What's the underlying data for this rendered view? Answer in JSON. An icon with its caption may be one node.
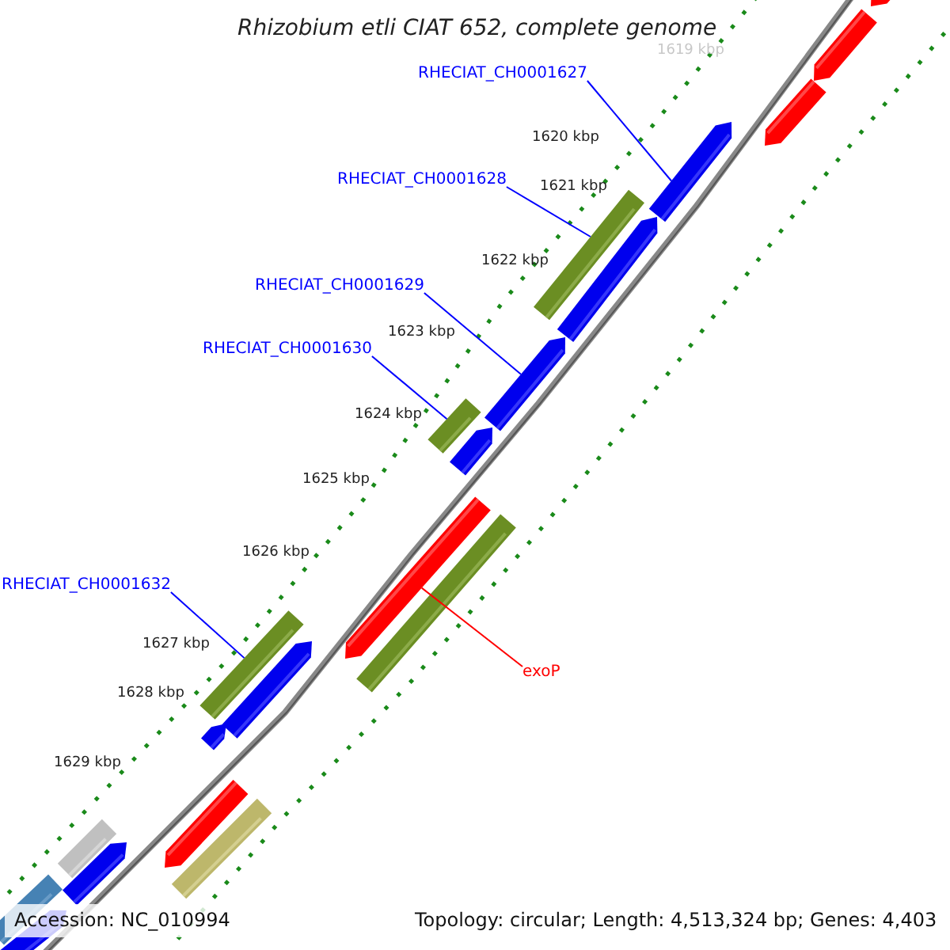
{
  "diagram": {
    "title": "Rhizobium etli CIAT 652, complete genome",
    "nodes": [
      {
        "text": [
          "RHECIAT_CH0001627"
        ]
      },
      {
        "text": [
          "RHECIAT_CH0001628"
        ]
      },
      {
        "text": [
          "RHECIAT_CH0001629"
        ]
      },
      {
        "text": [
          "RHECIAT_CH0001630"
        ]
      },
      {
        "text": [
          "RHECIAT_CH0001632"
        ]
      },
      {
        "text": [
          "exoP"
        ]
      },
      {
        "text": [],
        "shape": "arrow"
      },
      {
        "text": [],
        "shape": "arrow"
      },
      {
        "text": [],
        "shape": "arrow"
      },
      {
        "text": [],
        "shape": "arrow"
      },
      {
        "text": [],
        "shape": "bar"
      },
      {
        "text": [],
        "shape": "arrow"
      },
      {
        "text": [],
        "shape": "arrow"
      },
      {
        "text": [],
        "shape": "bar"
      },
      {
        "text": [],
        "shape": "arrow"
      },
      {
        "text": [],
        "shape": "arrow"
      },
      {
        "text": [],
        "shape": "bar"
      },
      {
        "text": [],
        "shape": "bar"
      },
      {
        "text": [],
        "shape": "arrow"
      },
      {
        "text": [],
        "shape": "arrow"
      },
      {
        "text": [],
        "shape": "arrow"
      },
      {
        "text": [],
        "shape": "bar"
      },
      {
        "text": [],
        "shape": "bar"
      },
      {
        "text": [],
        "shape": "arrow"
      },
      {
        "text": [],
        "shape": "bar"
      },
      {
        "text": [],
        "shape": "arrow"
      }
    ],
    "edges": [
      {
        "from": 0,
        "to": 9,
        "arrow": "none"
      },
      {
        "from": 1,
        "to": 10,
        "arrow": "none"
      },
      {
        "from": 2,
        "to": 12,
        "arrow": "none"
      },
      {
        "from": 3,
        "to": 13,
        "arrow": "none"
      },
      {
        "from": 4,
        "to": 17,
        "arrow": "none"
      },
      {
        "from": 5,
        "to": 15,
        "arrow": "none",
        "color": "#ff0000"
      }
    ],
    "labels": [
      "1619 kbp",
      "1620 kbp",
      "1621 kbp",
      "1622 kbp",
      "1623 kbp",
      "1624 kbp",
      "1625 kbp",
      "1626 kbp",
      "1627 kbp",
      "1628 kbp",
      "1629 kbp",
      "Accession: NC_010994",
      "Topology: circular; Length: 4,513,324 bp; Genes: 4,403"
    ]
  }
}
